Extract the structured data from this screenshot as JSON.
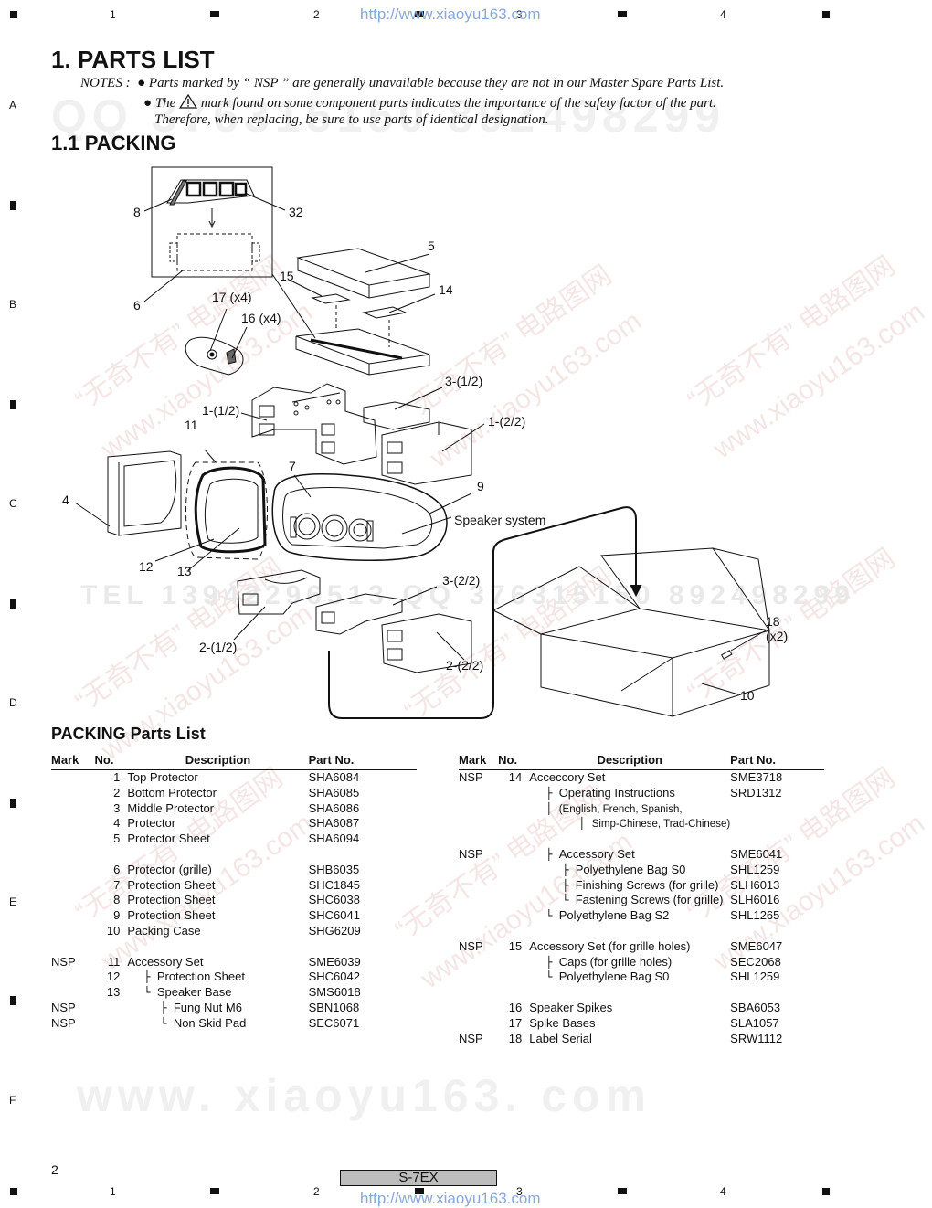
{
  "header": {
    "url": "http://www.xiaoyu163.com",
    "column_numbers": [
      "1",
      "2",
      "3",
      "4"
    ],
    "row_letters": [
      "A",
      "B",
      "C",
      "D",
      "E",
      "F"
    ]
  },
  "title": "1. PARTS LIST",
  "notes": {
    "line1_prefix": "NOTES :",
    "line1": "Parts marked by “ NSP ” are generally unavailable because they are not in our Master Spare Parts List.",
    "line2_a": "The",
    "line2_b": "mark found on some component parts indicates the importance of the safety factor of the part.",
    "line3": "Therefore, when  replacing, be sure to use parts of identical designation."
  },
  "section_title": "1.1 PACKING",
  "diagram": {
    "labels": {
      "l8": "8",
      "l32": "32",
      "l5": "5",
      "l15": "15",
      "l14": "14",
      "l6": "6",
      "l17": "17 (x4)",
      "l16": "16 (x4)",
      "l3a": "3-(1/2)",
      "l1a": "1-(1/2)",
      "l11": "11",
      "l1b": "1-(2/2)",
      "l7": "7",
      "l4": "4",
      "l9": "9",
      "speaker": "Speaker system",
      "l12": "12",
      "l13": "13",
      "l3b": "3-(2/2)",
      "l18": "18",
      "l18x": "(x2)",
      "l2a": "2-(1/2)",
      "l2b": "2-(2/2)",
      "l10": "10"
    }
  },
  "packing_list": {
    "title": "PACKING Parts List",
    "headers": {
      "mark": "Mark",
      "no": "No.",
      "desc": "Description",
      "part": "Part No."
    },
    "left_rows": [
      {
        "mark": "",
        "no": "1",
        "desc": "Top Protector",
        "part": "SHA6084",
        "indent": 0
      },
      {
        "mark": "",
        "no": "2",
        "desc": "Bottom Protector",
        "part": "SHA6085",
        "indent": 0
      },
      {
        "mark": "",
        "no": "3",
        "desc": "Middle Protector",
        "part": "SHA6086",
        "indent": 0
      },
      {
        "mark": "",
        "no": "4",
        "desc": "Protector",
        "part": "SHA6087",
        "indent": 0
      },
      {
        "mark": "",
        "no": "5",
        "desc": "Protector Sheet",
        "part": "SHA6094",
        "indent": 0
      },
      {
        "mark": "",
        "no": "",
        "desc": "",
        "part": "",
        "indent": 0
      },
      {
        "mark": "",
        "no": "6",
        "desc": "Protector (grille)",
        "part": "SHB6035",
        "indent": 0
      },
      {
        "mark": "",
        "no": "7",
        "desc": "Protection Sheet",
        "part": "SHC1845",
        "indent": 0
      },
      {
        "mark": "",
        "no": "8",
        "desc": "Protection Sheet",
        "part": "SHC6038",
        "indent": 0
      },
      {
        "mark": "",
        "no": "9",
        "desc": "Protection Sheet",
        "part": "SHC6041",
        "indent": 0
      },
      {
        "mark": "",
        "no": "10",
        "desc": "Packing Case",
        "part": "SHG6209",
        "indent": 0
      },
      {
        "mark": "",
        "no": "",
        "desc": "",
        "part": "",
        "indent": 0
      },
      {
        "mark": "NSP",
        "no": "11",
        "desc": "Accessory Set",
        "part": "SME6039",
        "indent": 0
      },
      {
        "mark": "",
        "no": "12",
        "desc": "Protection Sheet",
        "part": "SHC6042",
        "indent": 1,
        "branch": "├"
      },
      {
        "mark": "",
        "no": "13",
        "desc": "Speaker Base",
        "part": "SMS6018",
        "indent": 1,
        "branch": "└"
      },
      {
        "mark": "NSP",
        "no": "",
        "desc": "Fung Nut M6",
        "part": "SBN1068",
        "indent": 2,
        "branch": "├"
      },
      {
        "mark": "NSP",
        "no": "",
        "desc": "Non Skid Pad",
        "part": "SEC6071",
        "indent": 2,
        "branch": "└"
      }
    ],
    "right_rows": [
      {
        "mark": "NSP",
        "no": "14",
        "desc": "Acceccory Set",
        "part": "SME3718",
        "indent": 0
      },
      {
        "mark": "",
        "no": "",
        "desc": "Operating Instructions",
        "part": "SRD1312",
        "indent": 1,
        "branch": "├"
      },
      {
        "mark": "",
        "no": "",
        "desc": "(English, French, Spanish,",
        "part": "",
        "indent": 1,
        "small": true,
        "branch": "│"
      },
      {
        "mark": "",
        "no": "",
        "desc": "Simp-Chinese, Trad-Chinese)",
        "part": "",
        "indent": 3,
        "small": true,
        "branch": "│"
      },
      {
        "mark": "",
        "no": "",
        "desc": "",
        "part": "",
        "indent": 0,
        "branch": "│"
      },
      {
        "mark": "NSP",
        "no": "",
        "desc": "Accessory Set",
        "part": "SME6041",
        "indent": 1,
        "branch": "├"
      },
      {
        "mark": "",
        "no": "",
        "desc": "Polyethylene Bag S0",
        "part": "SHL1259",
        "indent": 2,
        "branch": "├"
      },
      {
        "mark": "",
        "no": "",
        "desc": "Finishing Screws (for grille)",
        "part": "SLH6013",
        "indent": 2,
        "branch": "├"
      },
      {
        "mark": "",
        "no": "",
        "desc": "Fastening Screws (for grille)",
        "part": "SLH6016",
        "indent": 2,
        "branch": "└"
      },
      {
        "mark": "",
        "no": "",
        "desc": "Polyethylene Bag S2",
        "part": "SHL1265",
        "indent": 1,
        "branch": "└"
      },
      {
        "mark": "",
        "no": "",
        "desc": "",
        "part": "",
        "indent": 0
      },
      {
        "mark": "NSP",
        "no": "15",
        "desc": "Accessory Set (for grille holes)",
        "part": "SME6047",
        "indent": 0
      },
      {
        "mark": "",
        "no": "",
        "desc": "Caps (for grille holes)",
        "part": "SEC2068",
        "indent": 1,
        "branch": "├"
      },
      {
        "mark": "",
        "no": "",
        "desc": "Polyethylene Bag S0",
        "part": "SHL1259",
        "indent": 1,
        "branch": "└"
      },
      {
        "mark": "",
        "no": "",
        "desc": "",
        "part": "",
        "indent": 0
      },
      {
        "mark": "",
        "no": "16",
        "desc": "Speaker Spikes",
        "part": "SBA6053",
        "indent": 0
      },
      {
        "mark": "",
        "no": "17",
        "desc": "Spike Bases",
        "part": "SLA1057",
        "indent": 0
      },
      {
        "mark": "NSP",
        "no": "18",
        "desc": "Label Serial",
        "part": "SRW1112",
        "indent": 0
      }
    ]
  },
  "watermarks": {
    "qq": "QQ 376315150  892498299",
    "site": "www.xiaoyu163.com",
    "cn": "“无奇不有” 电路图网",
    "bottom": "www. xiaoyu163. com",
    "tel": "TEL 13942296513  QQ 376315150  892498299"
  },
  "footer": {
    "page": "2",
    "model": "S-7EX",
    "url": "http://www.xiaoyu163.com"
  }
}
